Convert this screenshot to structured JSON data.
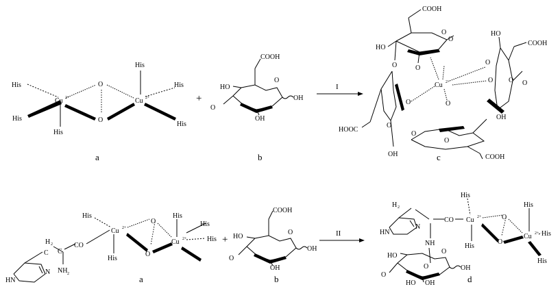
{
  "labels": {
    "a_top": "a",
    "b_top": "b",
    "c": "c",
    "a_bottom": "a",
    "b_bottom": "b",
    "d": "d"
  },
  "arrows": {
    "top": "I",
    "bottom": "II"
  },
  "plus": "+",
  "atoms": {
    "his": "His",
    "cu": "Cu",
    "charge": "2+",
    "o": "O",
    "oh": "OH",
    "ho": "HO",
    "cooh": "COOH",
    "hooc": "HOOC",
    "co": "CO",
    "nh": "NH",
    "nh2": "NH",
    "nh2_sub": "2",
    "hn": "HN",
    "n": "N",
    "h2": "H",
    "h2_sub": "2",
    "c_atom": "C"
  }
}
